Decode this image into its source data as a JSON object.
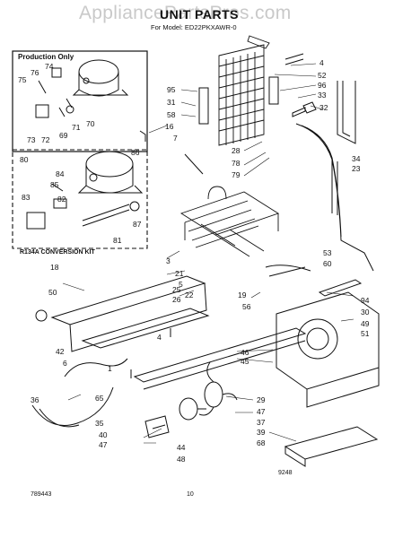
{
  "header": {
    "watermark": "AppliancePartsPros.com",
    "title": "UNIT PARTS",
    "model_line": "For Model: ED22PKXAWR-0"
  },
  "callouts": {
    "production_only": "Production Only",
    "conversion_kit": "R134A CONVERSION KIT"
  },
  "part_numbers": [
    "74",
    "76",
    "75",
    "72",
    "73",
    "69",
    "71",
    "70",
    "95",
    "31",
    "58",
    "16",
    "4",
    "52",
    "96",
    "33",
    "32",
    "28",
    "78",
    "79",
    "7",
    "34",
    "23",
    "80",
    "84",
    "86",
    "85",
    "82",
    "83",
    "87",
    "81",
    "18",
    "3",
    "21",
    "5",
    "25",
    "22",
    "26",
    "19",
    "56",
    "53",
    "60",
    "50",
    "94",
    "30",
    "49",
    "51",
    "42",
    "6",
    "1",
    "4",
    "46",
    "45",
    "36",
    "65",
    "35",
    "40",
    "47",
    "29",
    "47",
    "37",
    "39",
    "44",
    "48",
    "68"
  ],
  "footer": {
    "doc_code": "789443",
    "page": "10",
    "fig_code": "9248"
  }
}
